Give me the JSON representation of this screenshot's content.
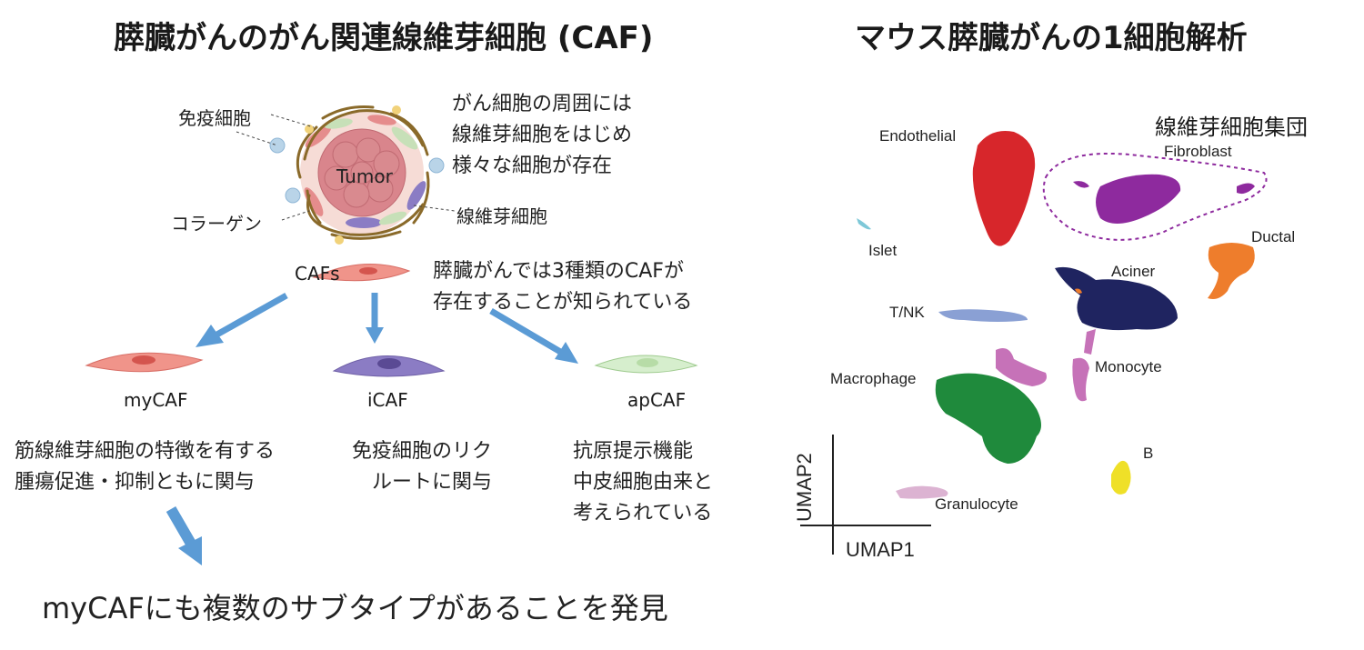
{
  "left": {
    "title": "膵臓がんのがん関連線維芽細胞 (CAF)",
    "tumor_labels": {
      "immune": "免疫細胞",
      "collagen": "コラーゲン",
      "tumor": "Tumor",
      "fibroblast": "線維芽細胞"
    },
    "context_note": [
      "がん細胞の周囲には",
      "線維芽細胞をはじめ",
      "様々な細胞が存在"
    ],
    "cafs_label": "CAFs",
    "types_note": [
      "膵臓がんでは3種類のCAFが",
      "存在することが知られている"
    ],
    "subtypes": [
      {
        "name": "myCAF",
        "desc": [
          "筋線維芽細胞の特徴を有する",
          "腫瘍促進・抑制ともに関与"
        ],
        "color": "#ef8c82"
      },
      {
        "name": "iCAF",
        "desc": [
          "免疫細胞のリク",
          "ルートに関与"
        ],
        "color": "#8b7cc4"
      },
      {
        "name": "apCAF",
        "desc": [
          "抗原提示機能",
          "中皮細胞由来と",
          "考えられている"
        ],
        "color": "#c8e8c0"
      }
    ],
    "conclusion": "myCAFにも複数のサブタイプがあることを発見",
    "arrow_color": "#5b9bd5"
  },
  "right": {
    "title": "マウス膵臓がんの1細胞解析",
    "fibroblast_group_label": "線維芽細胞集団",
    "clusters": [
      {
        "name": "Endothelial",
        "color": "#d7262b"
      },
      {
        "name": "Fibroblast",
        "color": "#8e2a9e"
      },
      {
        "name": "Islet",
        "color": "#7ec8d8"
      },
      {
        "name": "Ductal",
        "color": "#ee7d2c"
      },
      {
        "name": "Aciner",
        "color": "#1f2460"
      },
      {
        "name": "T/NK",
        "color": "#8aa0d4"
      },
      {
        "name": "Monocyte",
        "color": "#c672b8"
      },
      {
        "name": "Macrophage",
        "color": "#1f8a3c"
      },
      {
        "name": "B",
        "color": "#efe028"
      },
      {
        "name": "Granulocyte",
        "color": "#dcb3d2"
      }
    ],
    "xaxis": "UMAP1",
    "yaxis": "UMAP2"
  }
}
